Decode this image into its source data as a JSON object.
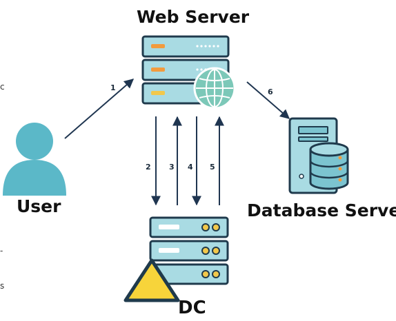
{
  "nodes": {
    "web_server": {
      "label": "Web Server"
    },
    "user": {
      "label": "User"
    },
    "database_server": {
      "label": "Database Server"
    },
    "dc": {
      "label": "DC"
    }
  },
  "edges": [
    {
      "step": "1",
      "from": "User",
      "to": "Web Server"
    },
    {
      "step": "2",
      "from": "Web Server",
      "to": "DC"
    },
    {
      "step": "3",
      "from": "DC",
      "to": "Web Server"
    },
    {
      "step": "4",
      "from": "Web Server",
      "to": "DC"
    },
    {
      "step": "5",
      "from": "DC",
      "to": "Web Server"
    },
    {
      "step": "6",
      "from": "Web Server",
      "to": "Database Server"
    }
  ],
  "left_edge_fragments": [
    "c",
    "-",
    "s"
  ],
  "icons": {
    "web_server": "server-rack-icon",
    "globe": "globe-icon",
    "user": "user-icon",
    "database": "database-server-icon",
    "dc": "server-rack-icon",
    "warning": "warning-icon"
  },
  "colors": {
    "server_body": "#7cc4d0",
    "server_outline": "#1f3a4c",
    "accent_orange": "#f29b3e",
    "accent_yellow": "#f2c84b",
    "globe": "#7cc8b8",
    "user": "#5bb8c8",
    "warning": "#f7d43a",
    "arrow": "#1f3550"
  }
}
